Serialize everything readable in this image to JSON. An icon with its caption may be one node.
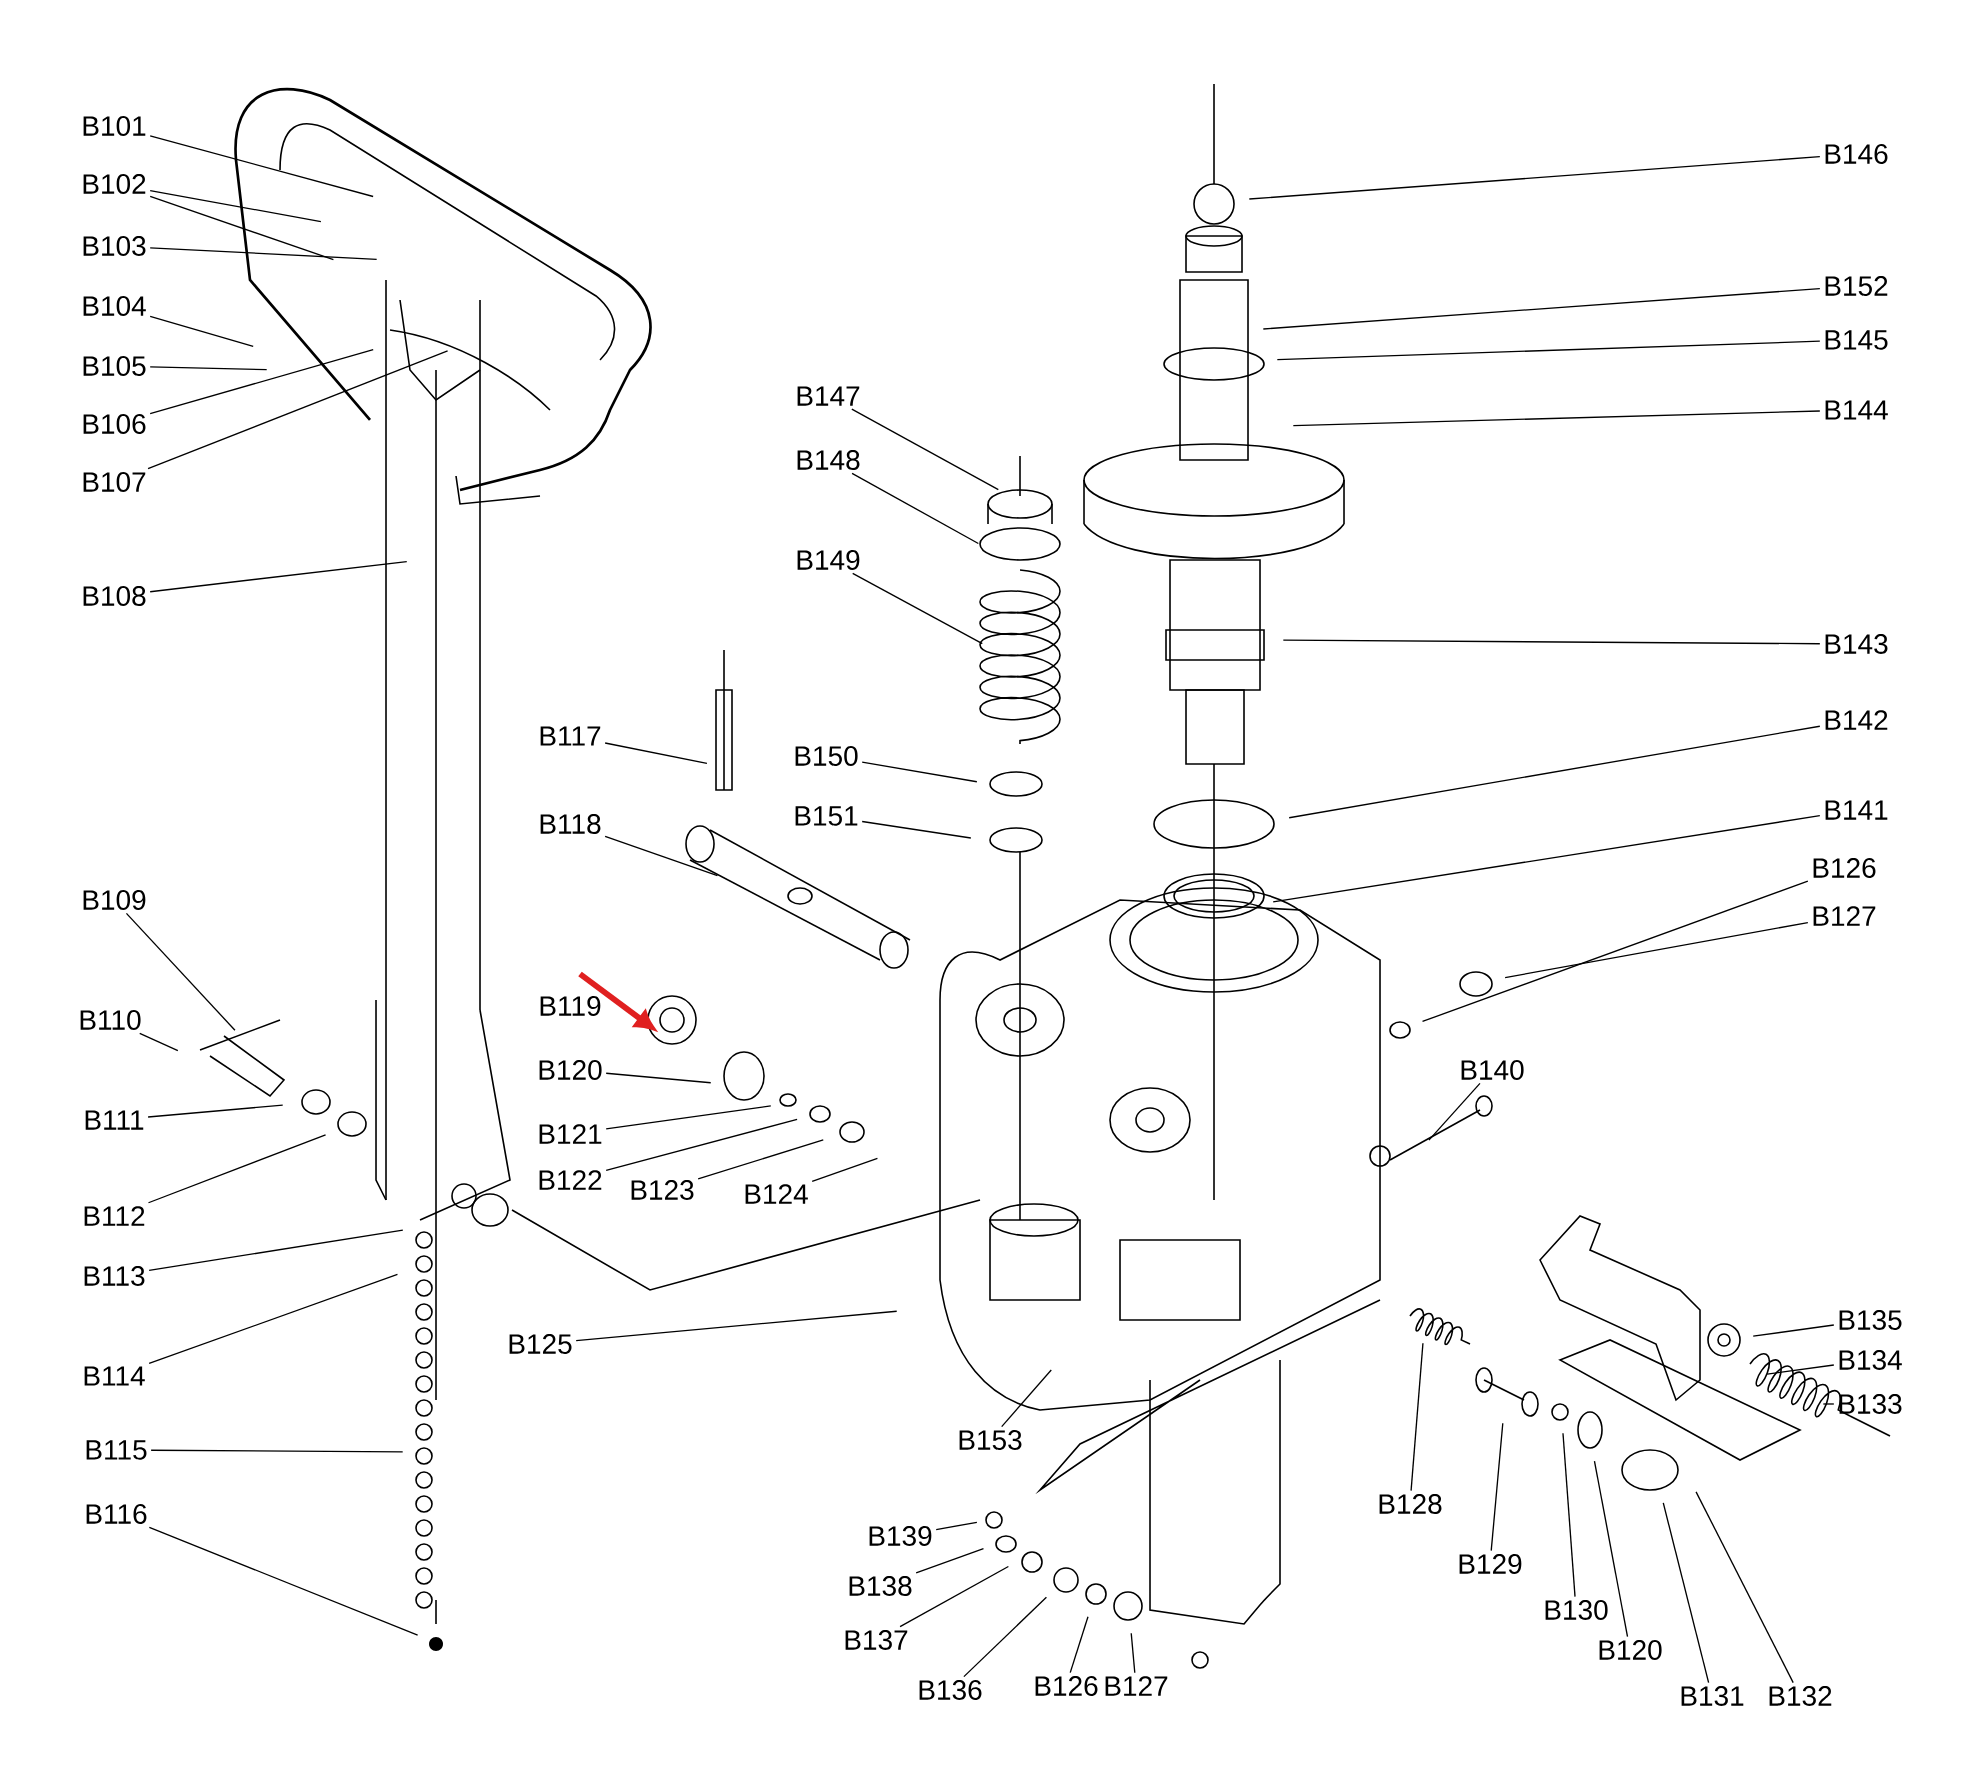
{
  "diagram": {
    "nodes": [
      {
        "text": [
          "B101"
        ]
      },
      {
        "text": [
          "B102"
        ]
      },
      {
        "text": [
          "B103"
        ]
      },
      {
        "text": [
          "B104"
        ]
      },
      {
        "text": [
          "B105"
        ]
      },
      {
        "text": [
          "B106"
        ]
      },
      {
        "text": [
          "B107"
        ]
      },
      {
        "text": [
          "B108"
        ]
      },
      {
        "text": [
          "B146"
        ]
      },
      {
        "text": [
          "B152"
        ]
      },
      {
        "text": [
          "B145"
        ]
      },
      {
        "text": [
          "B144"
        ]
      },
      {
        "text": [
          "B147"
        ]
      },
      {
        "text": [
          "B148"
        ]
      },
      {
        "text": [
          "B149"
        ]
      },
      {
        "text": [
          "B143"
        ]
      },
      {
        "text": [
          "B142"
        ]
      },
      {
        "text": [
          "B117"
        ]
      },
      {
        "text": [
          "B150"
        ]
      },
      {
        "text": [
          "B151"
        ]
      },
      {
        "text": [
          "B141"
        ]
      },
      {
        "text": [
          "B118"
        ]
      },
      {
        "text": [
          "B126"
        ]
      },
      {
        "text": [
          "B109"
        ]
      },
      {
        "text": [
          "B127"
        ]
      },
      {
        "text": [
          "B110"
        ]
      },
      {
        "text": [
          "B120"
        ]
      },
      {
        "text": [
          "B140"
        ]
      },
      {
        "text": [
          "B111"
        ]
      },
      {
        "text": [
          "B121"
        ]
      },
      {
        "text": [
          "B122"
        ]
      },
      {
        "text": [
          "B123"
        ]
      },
      {
        "text": [
          "B124"
        ]
      },
      {
        "text": [
          "B112"
        ]
      },
      {
        "text": [
          "B113"
        ]
      },
      {
        "text": [
          "B125"
        ]
      },
      {
        "text": [
          "B135"
        ]
      },
      {
        "text": [
          "B114"
        ]
      },
      {
        "text": [
          "B134"
        ]
      },
      {
        "text": [
          "B133"
        ]
      },
      {
        "text": [
          "B153"
        ]
      },
      {
        "text": [
          "B115"
        ]
      },
      {
        "text": [
          "B128"
        ]
      },
      {
        "text": [
          "B116"
        ]
      },
      {
        "text": [
          "B139"
        ]
      },
      {
        "text": [
          "B129"
        ]
      },
      {
        "text": [
          "B138"
        ]
      },
      {
        "text": [
          "B130"
        ]
      },
      {
        "text": [
          "B137"
        ]
      },
      {
        "text": [
          "B120"
        ]
      },
      {
        "text": [
          "B136"
        ]
      },
      {
        "text": [
          "B126"
        ]
      },
      {
        "text": [
          "B127"
        ]
      },
      {
        "text": [
          "B131"
        ]
      },
      {
        "text": [
          "B132"
        ]
      }
    ],
    "edges": [
      {
        "from": 0,
        "to": null,
        "arrow": "none"
      },
      {
        "from": 1,
        "to": null,
        "arrow": "none"
      },
      {
        "from": 1,
        "to": null,
        "arrow": "none"
      },
      {
        "from": 2,
        "to": null,
        "arrow": "none"
      },
      {
        "from": 3,
        "to": null,
        "arrow": "none"
      },
      {
        "from": 4,
        "to": null,
        "arrow": "none"
      },
      {
        "from": 5,
        "to": null,
        "arrow": "none"
      },
      {
        "from": 6,
        "to": null,
        "arrow": "none"
      },
      {
        "from": 7,
        "to": null,
        "arrow": "none"
      },
      {
        "from": 8,
        "to": null,
        "arrow": "none"
      },
      {
        "from": 9,
        "to": null,
        "arrow": "none"
      },
      {
        "from": 10,
        "to": null,
        "arrow": "none"
      },
      {
        "from": 11,
        "to": null,
        "arrow": "none"
      },
      {
        "from": 12,
        "to": null,
        "arrow": "none"
      },
      {
        "from": 13,
        "to": null,
        "arrow": "none"
      },
      {
        "from": 14,
        "to": null,
        "arrow": "none"
      },
      {
        "from": 15,
        "to": null,
        "arrow": "none"
      },
      {
        "from": 16,
        "to": null,
        "arrow": "none"
      },
      {
        "from": 17,
        "to": null,
        "arrow": "none"
      },
      {
        "from": 18,
        "to": null,
        "arrow": "none"
      },
      {
        "from": 19,
        "to": null,
        "arrow": "none"
      },
      {
        "from": 20,
        "to": null,
        "arrow": "none"
      },
      {
        "from": 21,
        "to": null,
        "arrow": "none"
      },
      {
        "from": 22,
        "to": null,
        "arrow": "none"
      },
      {
        "from": 23,
        "to": null,
        "arrow": "none"
      },
      {
        "from": 24,
        "to": null,
        "arrow": "none"
      },
      {
        "from": 25,
        "to": null,
        "arrow": "none"
      },
      {
        "from": 26,
        "to": null,
        "arrow": "none"
      },
      {
        "from": 27,
        "to": null,
        "arrow": "none"
      },
      {
        "from": 28,
        "to": null,
        "arrow": "none"
      },
      {
        "from": 29,
        "to": null,
        "arrow": "none"
      },
      {
        "from": 30,
        "to": null,
        "arrow": "none"
      },
      {
        "from": 31,
        "to": null,
        "arrow": "none"
      },
      {
        "from": 32,
        "to": null,
        "arrow": "none"
      },
      {
        "from": 33,
        "to": null,
        "arrow": "none"
      },
      {
        "from": 34,
        "to": null,
        "arrow": "none"
      },
      {
        "from": 35,
        "to": null,
        "arrow": "none"
      },
      {
        "from": 36,
        "to": null,
        "arrow": "none"
      },
      {
        "from": 37,
        "to": null,
        "arrow": "none"
      },
      {
        "from": 38,
        "to": null,
        "arrow": "none"
      },
      {
        "from": 39,
        "to": null,
        "arrow": "none"
      },
      {
        "from": 40,
        "to": null,
        "arrow": "none"
      },
      {
        "from": 41,
        "to": null,
        "arrow": "none"
      },
      {
        "from": 42,
        "to": null,
        "arrow": "none"
      },
      {
        "from": 43,
        "to": null,
        "arrow": "none"
      },
      {
        "from": 44,
        "to": null,
        "arrow": "none"
      },
      {
        "from": 45,
        "to": null,
        "arrow": "none"
      },
      {
        "from": 46,
        "to": null,
        "arrow": "none"
      },
      {
        "from": 47,
        "to": null,
        "arrow": "none"
      },
      {
        "from": 48,
        "to": null,
        "arrow": "none"
      },
      {
        "from": 49,
        "to": null,
        "arrow": "none"
      },
      {
        "from": 50,
        "to": null,
        "arrow": "none"
      },
      {
        "from": 51,
        "to": null,
        "arrow": "none"
      },
      {
        "from": 52,
        "to": null,
        "arrow": "none"
      },
      {
        "from": 53,
        "to": null,
        "arrow": "none"
      },
      {
        "from": 54,
        "to": null,
        "arrow": "none"
      }
    ],
    "labels": [
      "B119"
    ]
  }
}
